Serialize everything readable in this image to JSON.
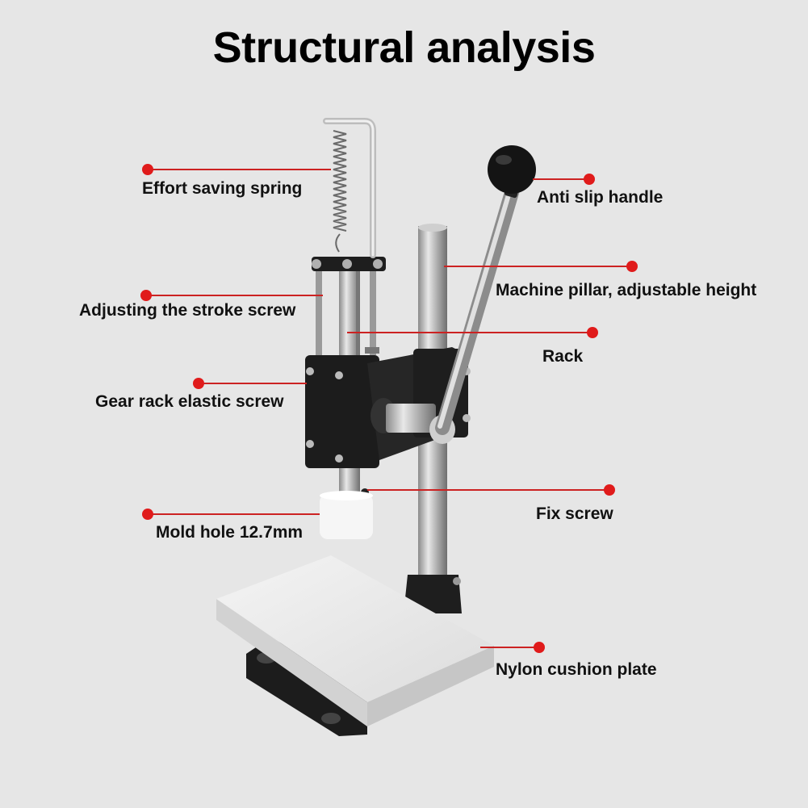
{
  "title": "Structural analysis",
  "accent_color": "#e01b1b",
  "labels": {
    "effort_spring": "Effort saving spring",
    "anti_slip_handle": "Anti slip handle",
    "pillar": "Machine pillar, adjustable height",
    "stroke_screw": "Adjusting the stroke screw",
    "rack": "Rack",
    "gear_screw": "Gear rack elastic screw",
    "mold_hole": "Mold hole 12.7mm",
    "fix_screw": "Fix screw",
    "nylon_plate": "Nylon cushion plate"
  }
}
